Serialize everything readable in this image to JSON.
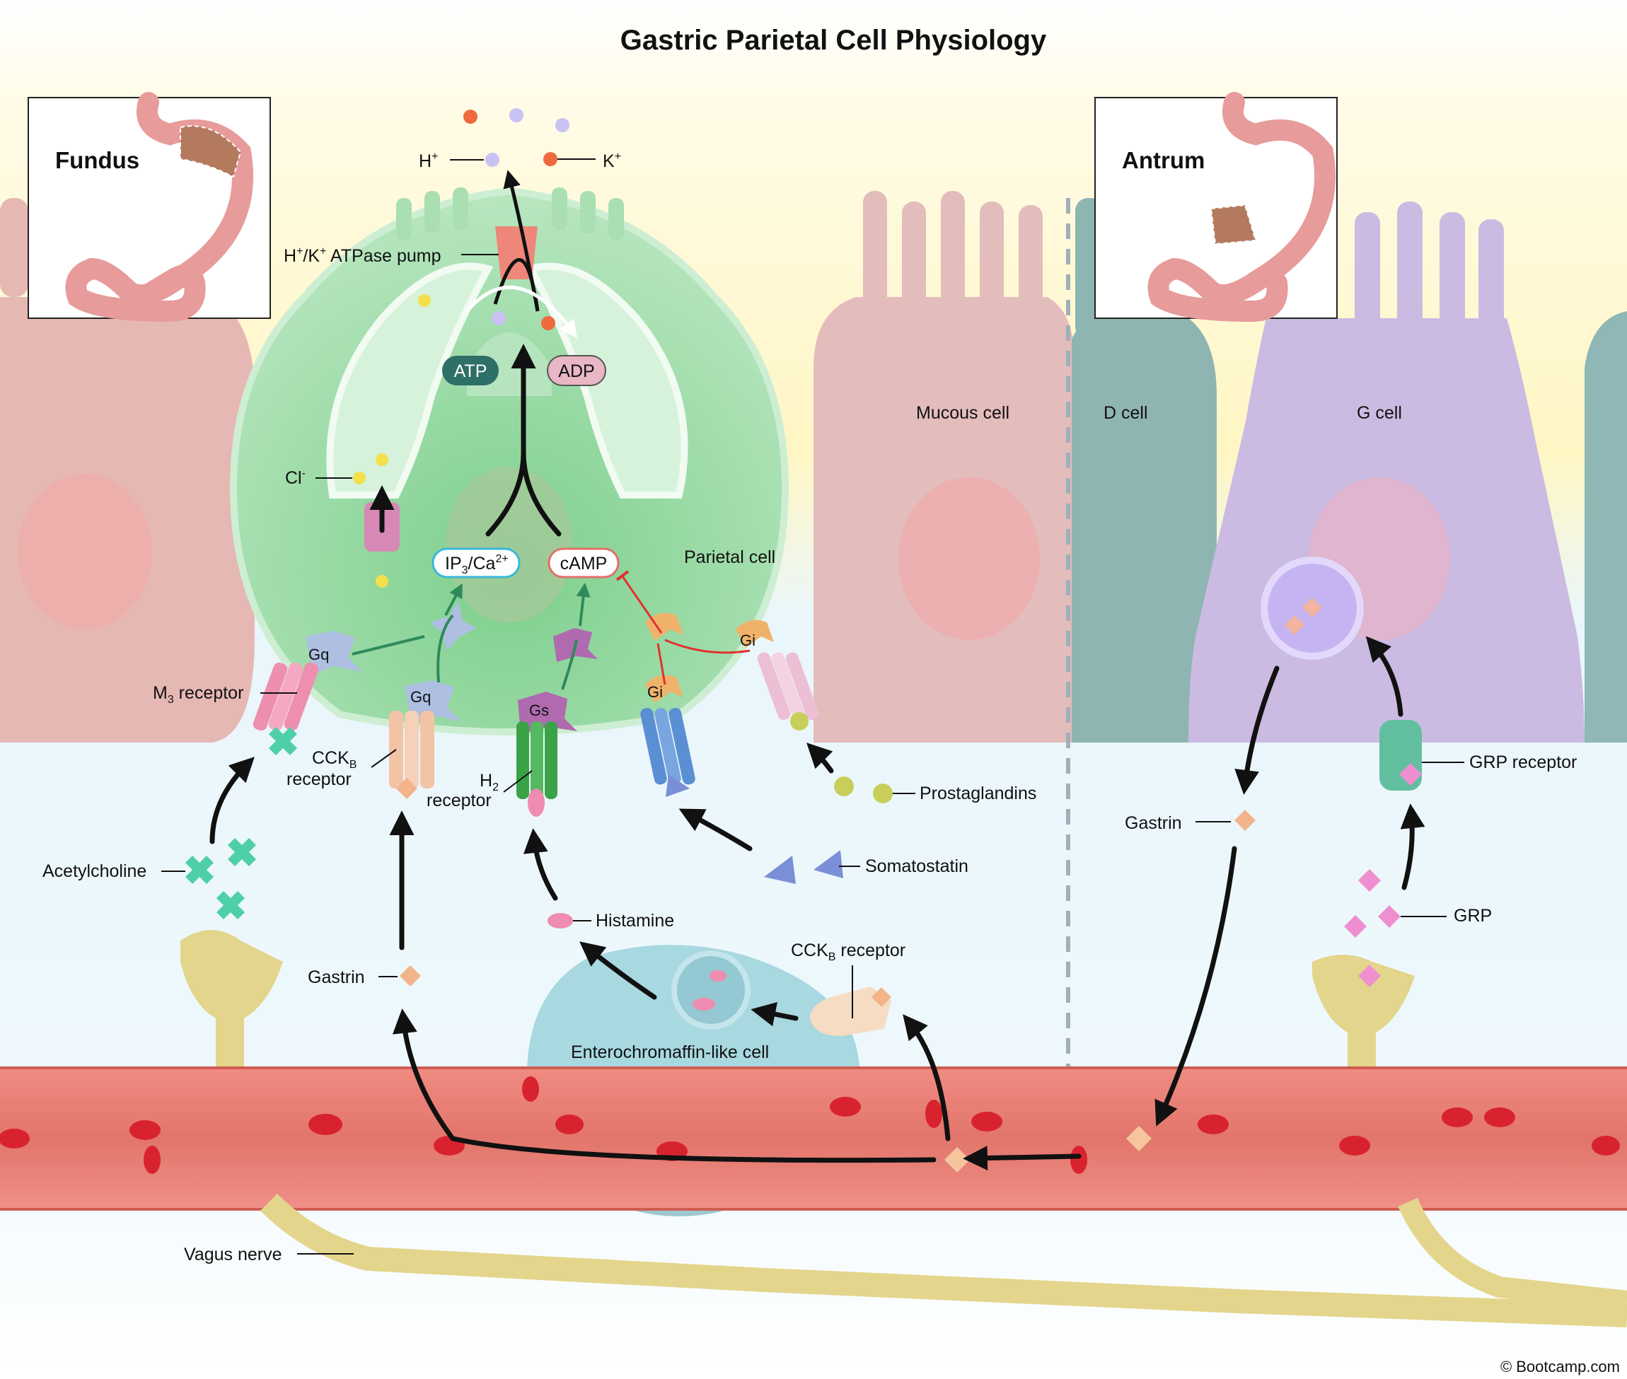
{
  "title": "Gastric Parietal Cell Physiology",
  "insets": {
    "left": "Fundus",
    "right": "Antrum"
  },
  "cells": {
    "parietal": "Parietal cell",
    "mucous": "Mucous cell",
    "d_cell": "D cell",
    "g_cell": "G cell",
    "ecl": "Enterochromaffin-like cell"
  },
  "ions": {
    "h": "H",
    "h_sup": "+",
    "k": "K",
    "k_sup": "+",
    "cl": "Cl",
    "cl_sup": "-"
  },
  "pump": {
    "pre": "H",
    "sup1": "+",
    "mid": "/K",
    "sup2": "+",
    "post": " ATPase pump"
  },
  "pills": {
    "atp": "ATP",
    "adp": "ADP",
    "ip3_a": "IP",
    "ip3_sub": "3",
    "ip3_b": "/Ca",
    "ip3_sup": "2+",
    "camp": "cAMP"
  },
  "g_proteins": {
    "gq1": "Gq",
    "gq2": "Gq",
    "gs": "Gs",
    "gi1": "Gi",
    "gi2": "Gi"
  },
  "receptors": {
    "m3_a": "M",
    "m3_sub": "3",
    "m3_b": " receptor",
    "cckb_a": "CCK",
    "cckb_sub": "B",
    "cckb_b": "receptor",
    "h2_a": "H",
    "h2_sub": "2",
    "h2_b": "receptor",
    "ecl_cckb_a": "CCK",
    "ecl_cckb_sub": "B",
    "ecl_cckb_b": " receptor",
    "grp": "GRP receptor"
  },
  "ligands": {
    "acetylcholine": "Acetylcholine",
    "gastrin_left": "Gastrin",
    "histamine": "Histamine",
    "somatostatin": "Somatostatin",
    "prostaglandins": "Prostaglandins",
    "gastrin_right": "Gastrin",
    "grp": "GRP"
  },
  "nerve": "Vagus nerve",
  "credit": "© Bootcamp.com",
  "colors": {
    "parietal": "#8fd39c",
    "mucous": "#e8bcbc",
    "g_cell": "#c9b8e0",
    "d_cell": "#8fb7b5",
    "vessel": "#e4786e",
    "nerve": "#e3d58c",
    "inhibit": "#e0322c",
    "gq": "#aabfe0",
    "gs": "#b06ab0",
    "gi": "#f0b26a"
  }
}
